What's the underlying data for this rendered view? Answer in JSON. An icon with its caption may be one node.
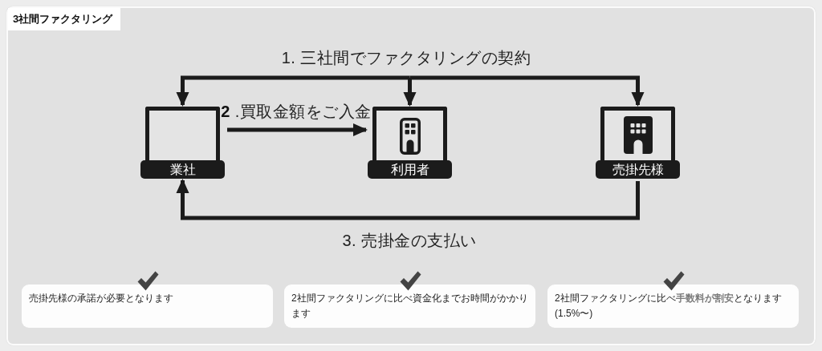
{
  "diagram": {
    "title": "3社間ファクタリング",
    "nodes": [
      {
        "text": [
          "業社"
        ]
      },
      {
        "text": [
          "利用者"
        ]
      },
      {
        "text": [
          "売掛先様"
        ]
      },
      {
        "text": [
          "売掛先様の承諾が必要となります"
        ]
      },
      {
        "text": [
          "2社間ファクタリングに比べ資金化までお時間がかかります"
        ]
      },
      {
        "text": [
          "2社間ファクタリングに比べ**手数料が割安**となります(1.5%〜)"
        ]
      }
    ],
    "edges": [
      {
        "from": null,
        "to": 0,
        "arrow": "to"
      },
      {
        "from": null,
        "to": 1,
        "arrow": "to",
        "label": "1. 三社間でファクタリングの契約"
      },
      {
        "from": null,
        "to": 2,
        "arrow": "to"
      },
      {
        "from": 0,
        "to": 1,
        "arrow": "to",
        "label": "**2** .買取金額をご入金"
      },
      {
        "from": 2,
        "to": 0,
        "arrow": "to",
        "label": "3. 売掛金の支払い"
      }
    ]
  }
}
